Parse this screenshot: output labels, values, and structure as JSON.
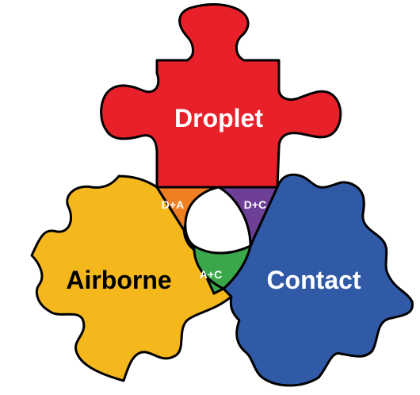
{
  "diagram": {
    "pieces": {
      "droplet": {
        "label": "Droplet",
        "color": "#e8202a",
        "text_color": "#ffffff"
      },
      "airborne": {
        "label": "Airborne",
        "color": "#f4b81c",
        "text_color": "#000000"
      },
      "contact": {
        "label": "Contact",
        "color": "#3059a6",
        "text_color": "#ffffff"
      }
    },
    "overlaps": {
      "droplet_airborne": {
        "label": "D+A",
        "color": "#ef7f22",
        "text_color": "#ffffff"
      },
      "droplet_contact": {
        "label": "D+C",
        "color": "#6e3f97",
        "text_color": "#ffffff"
      },
      "airborne_contact": {
        "label": "A+C",
        "color": "#3aa74a",
        "text_color": "#ffffff"
      }
    },
    "center_color": "#ffffff",
    "outline_color": "#000000"
  }
}
